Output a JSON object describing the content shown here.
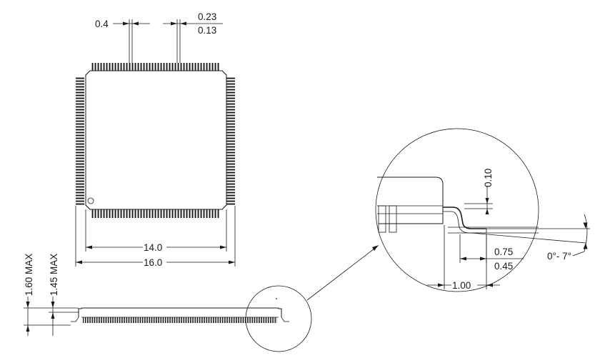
{
  "dimensions": {
    "pin_pitch": "0.4",
    "lead_width_max": "0.23",
    "lead_width_min": "0.13",
    "body_size": "14.0",
    "overall_size": "16.0",
    "height_max_total": "1.60 MAX",
    "height_max_body": "1.45 MAX",
    "standoff": "0.10",
    "foot_length_max": "0.75",
    "foot_length_min": "0.45",
    "footprint": "1.00",
    "lead_angle": "0°- 7°"
  },
  "colors": {
    "ink": "#1a1a1a",
    "background": "#ffffff"
  }
}
